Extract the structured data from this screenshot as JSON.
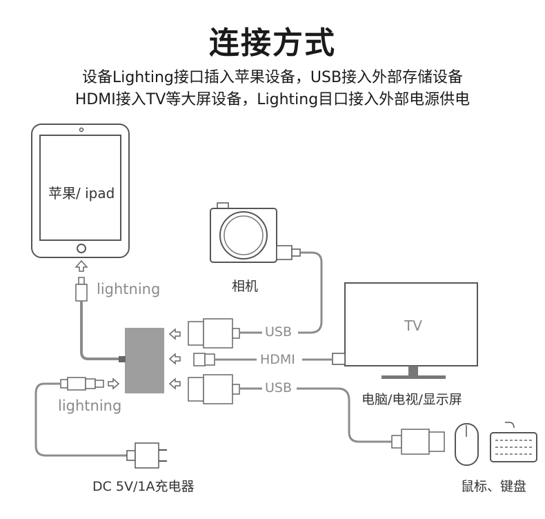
{
  "title": "连接方式",
  "subtitle_line1": "设备Lighting接口插入苹果设备，USB接入外部存储设备",
  "subtitle_line2": "HDMI接入TV等大屏设备，Lighting目口接入外部电源供电",
  "devices": {
    "ipad_label": "苹果/ ipad",
    "camera_label": "相机",
    "tv_screen_text": "TV",
    "tv_label": "电脑/电视/显示屏",
    "charger_label": "DC 5V/1A充电器",
    "mouse_keyboard_label": "鼠标、键盘"
  },
  "connections": {
    "lightning_top": "lightning",
    "lightning_bottom": "lightning",
    "usb_top": "USB",
    "hdmi": "HDMI",
    "usb_bottom": "USB"
  },
  "colors": {
    "line": "#8c8c8c",
    "outline": "#555555",
    "hub": "#9e9e9e",
    "title": "#1a1a1a"
  }
}
